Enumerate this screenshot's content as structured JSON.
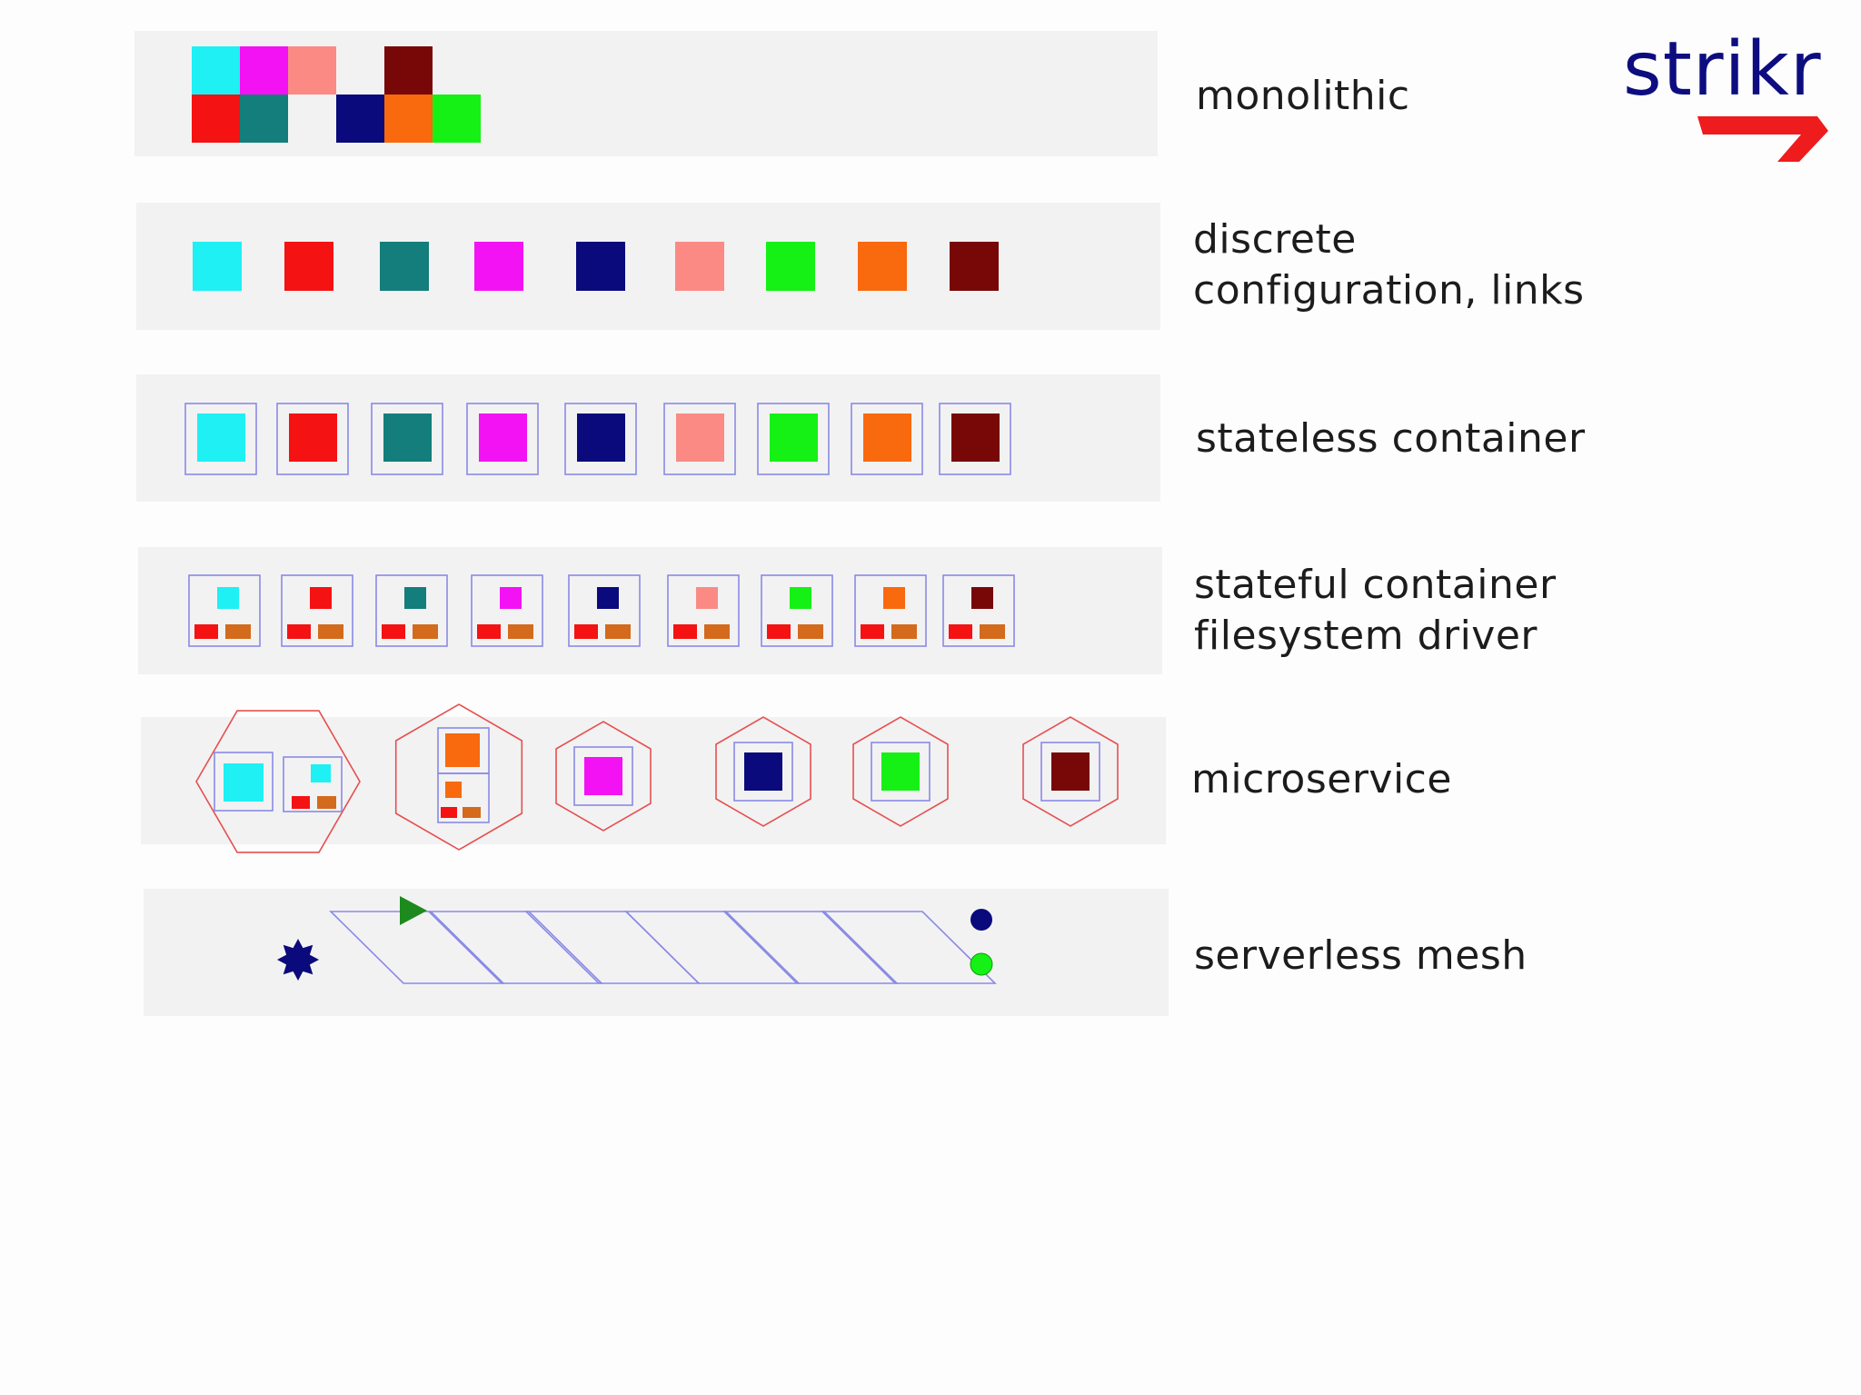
{
  "logo": {
    "text": "strikr",
    "text_color": "#0d0d80",
    "swoosh_color": "#ee1c1c"
  },
  "palette": {
    "cyan": "#1ef0f4",
    "red": "#f51212",
    "teal": "#137e7b",
    "magenta": "#f312f3",
    "navy": "#0a0a7c",
    "salmon": "#fb8a84",
    "green": "#15f115",
    "orange": "#f9690e",
    "maroon": "#780808",
    "brown": "#d46a1c",
    "dark_green": "#1d8a1d",
    "container_outline": "#8a8ae6",
    "hexagon_outline": "#e65050",
    "band_background": "#f2f2f3"
  },
  "layers": [
    {
      "id": "monolithic",
      "label_lines": [
        "monolithic"
      ]
    },
    {
      "id": "discrete",
      "label_lines": [
        "discrete",
        "configuration, links"
      ]
    },
    {
      "id": "stateless",
      "label_lines": [
        "stateless container"
      ]
    },
    {
      "id": "stateful",
      "label_lines": [
        "stateful container",
        "filesystem driver"
      ]
    },
    {
      "id": "microservice",
      "label_lines": [
        "microservice"
      ]
    },
    {
      "id": "serverless",
      "label_lines": [
        "serverless mesh"
      ]
    }
  ],
  "components": [
    "cyan",
    "red",
    "teal",
    "magenta",
    "navy",
    "salmon",
    "green",
    "orange",
    "maroon"
  ]
}
